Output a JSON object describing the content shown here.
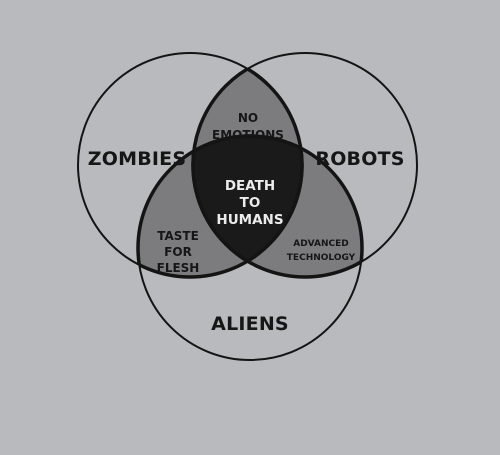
{
  "diagram": {
    "sets": [
      {
        "id": "zombies",
        "label": "ZOMBIES"
      },
      {
        "id": "robots",
        "label": "ROBOTS"
      },
      {
        "id": "aliens",
        "label": "ALIENS"
      }
    ],
    "intersections": {
      "zombies_robots": [
        "NO",
        "EMOTIONS"
      ],
      "zombies_aliens": [
        "TASTE",
        "FOR",
        "FLESH"
      ],
      "robots_aliens": [
        "ADVANCED",
        "TECHNOLOGY"
      ],
      "all_three": [
        "DEATH",
        "TO",
        "HUMANS"
      ]
    },
    "colors": {
      "background": "#b9babd",
      "pairwise_fill": "#7c7c7e",
      "center_fill": "#1a1a1a",
      "outline": "#141414",
      "text": "#161616",
      "center_text": "#ececec"
    }
  }
}
